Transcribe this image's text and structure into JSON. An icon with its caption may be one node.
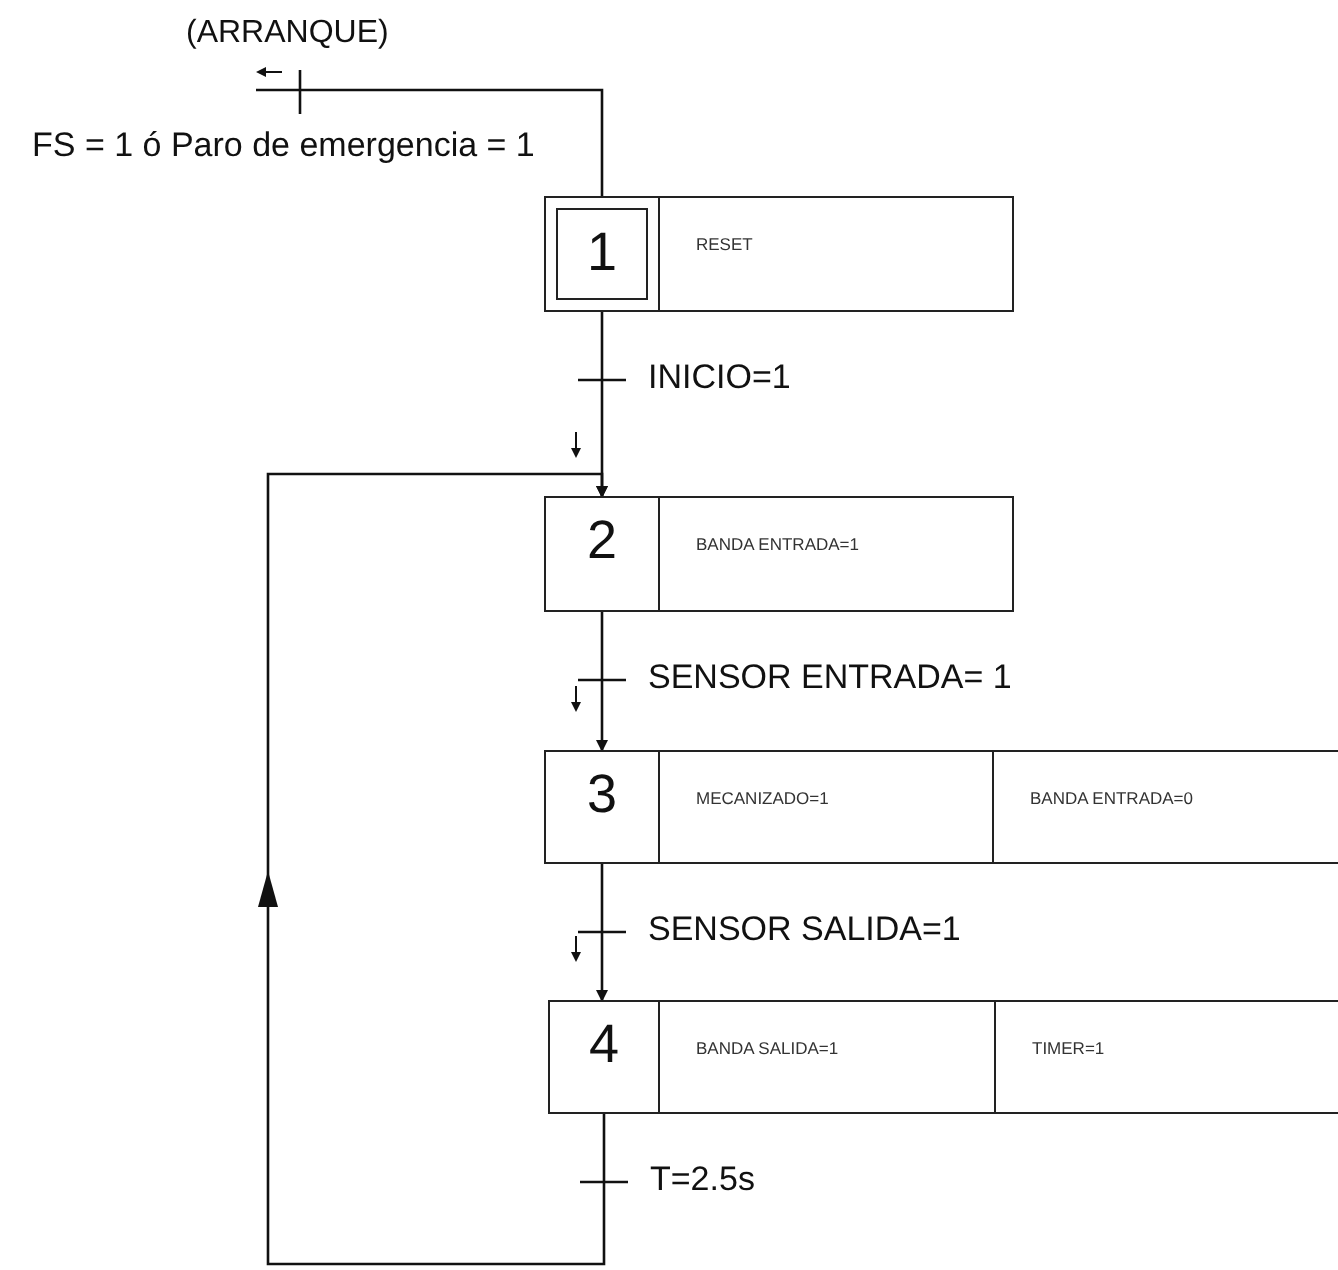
{
  "diagram": {
    "nodes": [
      {
        "text": [
          "1"
        ]
      },
      {
        "text": [
          "RESET"
        ]
      },
      {
        "text": [
          "2"
        ]
      },
      {
        "text": [
          "BANDA ENTRADA=1"
        ]
      },
      {
        "text": [
          "3"
        ]
      },
      {
        "text": [
          "MECANIZADO=1"
        ]
      },
      {
        "text": [
          "BANDA ENTRADA=0"
        ]
      },
      {
        "text": [
          "4"
        ]
      },
      {
        "text": [
          "BANDA SALIDA=1"
        ]
      },
      {
        "text": [
          "TIMER=1"
        ]
      }
    ],
    "edges": [
      {
        "from": null,
        "to": 0,
        "arrow": "none",
        "label": "FS = 1 ó Paro de emergencia = 1"
      },
      {
        "from": 0,
        "to": 2,
        "arrow": "to",
        "label": "INICIO=1"
      },
      {
        "from": 2,
        "to": 4,
        "arrow": "to",
        "label": "SENSOR ENTRADA= 1"
      },
      {
        "from": 4,
        "to": 7,
        "arrow": "to",
        "label": "SENSOR SALIDA=1"
      },
      {
        "from": 7,
        "to": 2,
        "arrow": "to",
        "label": "T=2.5s"
      }
    ],
    "labels": [
      "(ARRANQUE)"
    ]
  }
}
